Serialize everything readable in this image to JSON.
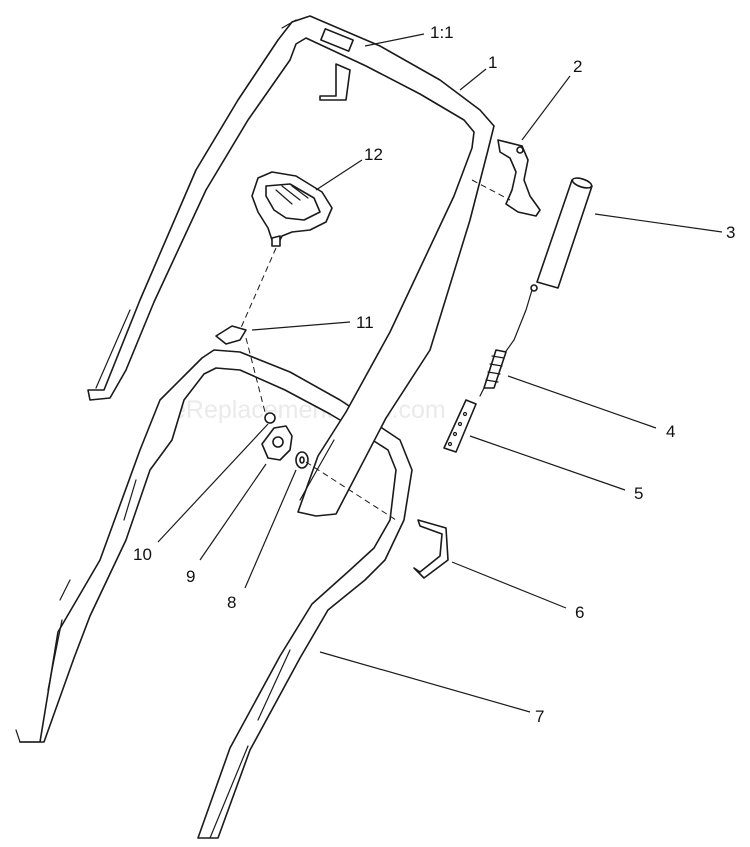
{
  "callouts": {
    "c_1_1": "1:1",
    "c_1": "1",
    "c_2": "2",
    "c_3": "3",
    "c_4": "4",
    "c_5": "5",
    "c_6": "6",
    "c_7": "7",
    "c_8": "8",
    "c_9": "9",
    "c_10": "10",
    "c_11": "11",
    "c_12": "12"
  },
  "watermark": "eReplacementParts.com",
  "colors": {
    "line": "#1a1a1a",
    "background": "#ffffff",
    "watermark": "#d9d9d9"
  }
}
